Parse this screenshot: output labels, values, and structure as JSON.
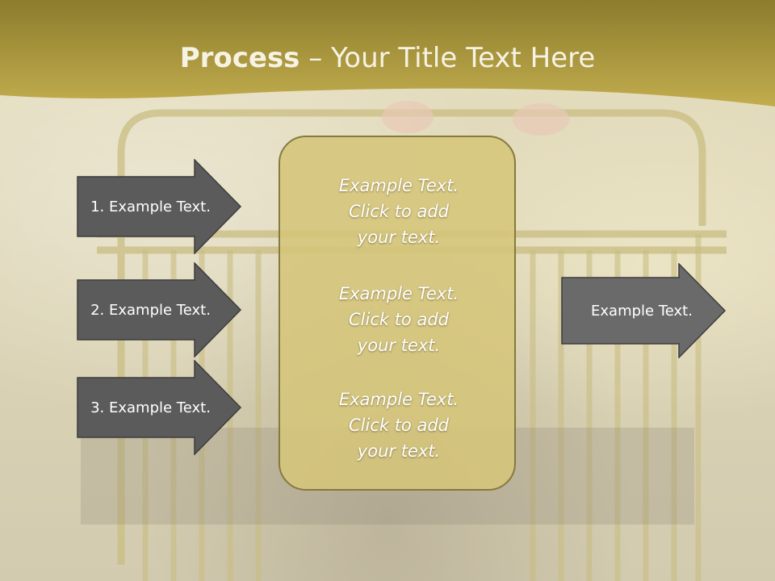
{
  "title": {
    "bold": "Process",
    "rest": " – Your Title Text Here"
  },
  "left_arrows": [
    {
      "label": "1. Example Text."
    },
    {
      "label": "2. Example Text."
    },
    {
      "label": "3. Example Text."
    }
  ],
  "center_box": {
    "blocks": [
      {
        "line1": "Example Text.",
        "line2": "Click  to add",
        "line3": "your text."
      },
      {
        "line1": "Example Text.",
        "line2": "Click  to add",
        "line3": "your text."
      },
      {
        "line1": "Example Text.",
        "line2": "Click  to add",
        "line3": "your text."
      }
    ]
  },
  "right_arrow": {
    "label": "Example Text."
  },
  "colors": {
    "header_top": "#8c7c2c",
    "header_bottom": "#c2ad4e",
    "arrow_fill": "#5b5b5b",
    "panel_fill": "#d5c57a",
    "panel_border": "#857a3f"
  }
}
